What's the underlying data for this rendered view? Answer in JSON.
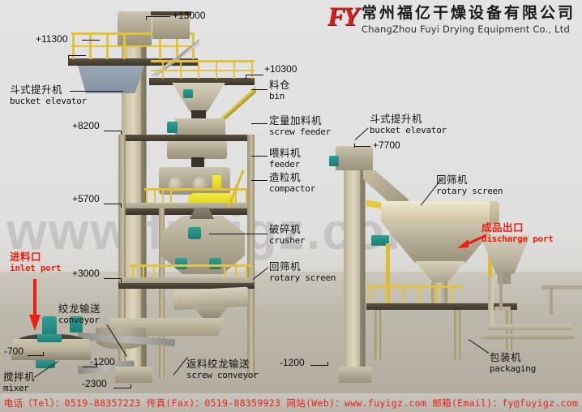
{
  "company": {
    "logo_mark": "FY",
    "name_cn": "常州福亿干燥设备有限公司",
    "name_en": "ChangZhou Fuyi Drying Equipment Co., Ltd"
  },
  "watermark": "www.fuyigz.com",
  "footer": {
    "contact_line": "电话（Tel）：0519-88357223  传真(Fax)：0519-88359923 网站(Web)：www.fuyigz.com  邮箱(Email)：fy@fuyigz.com"
  },
  "elevations": [
    {
      "id": "e13000",
      "value": "+13000"
    },
    {
      "id": "e11300",
      "value": "+11300"
    },
    {
      "id": "e10300",
      "value": "+10300"
    },
    {
      "id": "e8200",
      "value": "+8200"
    },
    {
      "id": "e7700",
      "value": "+7700"
    },
    {
      "id": "e5700",
      "value": "+5700"
    },
    {
      "id": "e3000",
      "value": "+3000"
    },
    {
      "id": "em700",
      "value": "-700"
    },
    {
      "id": "em1200a",
      "value": "-1200"
    },
    {
      "id": "em1200b",
      "value": "-1200"
    },
    {
      "id": "em2300",
      "value": "-2300"
    }
  ],
  "labels": {
    "bucket_elevator_left": {
      "cn": "斗式提升机",
      "en": "bucket elevator"
    },
    "bucket_elevator_right": {
      "cn": "斗式提升机",
      "en": "bucket elevator"
    },
    "bin": {
      "cn": "料仓",
      "en": "bin"
    },
    "screw_feeder": {
      "cn": "定量加料机",
      "en": "screw feeder"
    },
    "feeder": {
      "cn": "喂料机",
      "en": "feeder"
    },
    "compactor": {
      "cn": "造粒机",
      "en": "compactor"
    },
    "crusher": {
      "cn": "破碎机",
      "en": "crusher"
    },
    "rotary_screen_left": {
      "cn": "回筛机",
      "en": "rotary screen"
    },
    "rotary_screen_right": {
      "cn": "回筛机",
      "en": "rotary screen"
    },
    "conveyor": {
      "cn": "绞龙输送",
      "en": "conveyor"
    },
    "screw_conveyor": {
      "cn": "返料绞龙输送",
      "en": "screw conveyor"
    },
    "mixer": {
      "cn": "搅拌机",
      "en": "mixer"
    },
    "packaging": {
      "cn": "包装机",
      "en": "packaging"
    },
    "inlet_port": {
      "cn": "进料口",
      "en": "inlet port"
    },
    "discharge_port": {
      "cn": "成品出口",
      "en": "discharge port"
    }
  },
  "colors": {
    "brand_red": "#d4201c",
    "annotation_red": "#ee1d10",
    "rail_yellow": "#e0c23c",
    "motor_teal": "#1d7d73",
    "structure_tan": "#cfc7ab",
    "drum_yellow": "#f4ea3a"
  }
}
